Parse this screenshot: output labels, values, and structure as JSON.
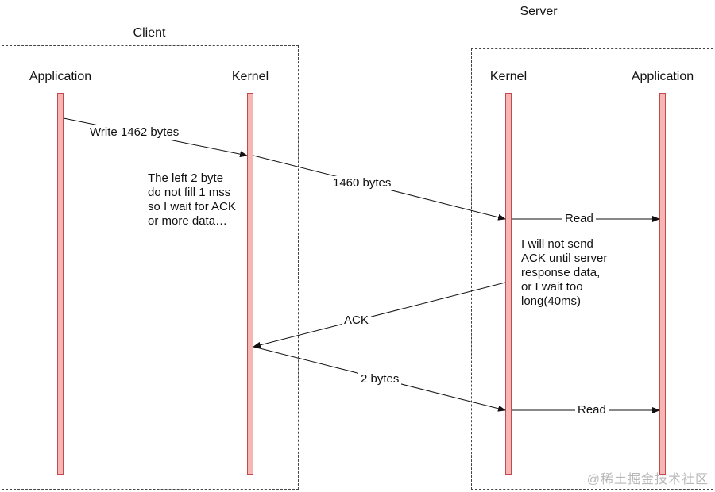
{
  "client": {
    "title": "Client",
    "app_label": "Application",
    "kernel_label": "Kernel"
  },
  "server": {
    "title": "Server",
    "kernel_label": "Kernel",
    "app_label": "Application"
  },
  "messages": {
    "write": "Write 1462 bytes",
    "send_1460": "1460 bytes",
    "read_1": "Read",
    "ack": "ACK",
    "send_2": "2 bytes",
    "read_2": "Read"
  },
  "notes": {
    "client_kernel": "The left 2 byte\ndo not fill 1 mss\nso I wait for ACK\nor more data…",
    "server_kernel": "I will not send\nACK until server\nresponse data,\nor I wait too\nlong(40ms)"
  },
  "watermark": "@稀土掘金技术社区",
  "colors": {
    "lifeline_fill": "#f7b6b6",
    "lifeline_border": "#c24a4a",
    "arrow": "#111111"
  }
}
